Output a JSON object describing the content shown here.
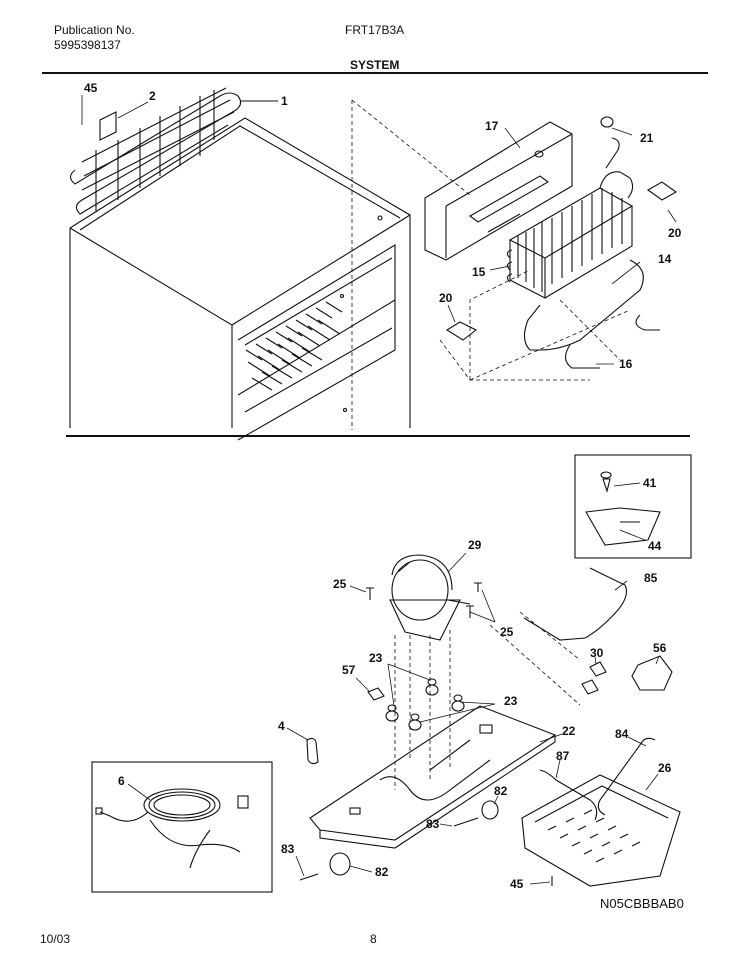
{
  "header": {
    "publication_label": "Publication No.",
    "publication_number": "5995398137",
    "model": "FRT17B3A",
    "section_title": "SYSTEM"
  },
  "callouts": {
    "c45_top": "45",
    "c2": "2",
    "c1": "1",
    "c17": "17",
    "c21": "21",
    "c20_top": "20",
    "c15": "15",
    "c14": "14",
    "c20_mid": "20",
    "c16": "16",
    "c41": "41",
    "c44": "44",
    "c29": "29",
    "c85": "85",
    "c25_left": "25",
    "c25_right": "25",
    "c23_top": "23",
    "c23_mid": "23",
    "c57": "57",
    "c30": "30",
    "c56": "56",
    "c22": "22",
    "c4": "4",
    "c84": "84",
    "c87": "87",
    "c26": "26",
    "c6": "6",
    "c82_mid": "82",
    "c83_mid": "83",
    "c83_low": "83",
    "c82_low": "82",
    "c45_low": "45"
  },
  "footer": {
    "code": "N05CBBBAB0",
    "date": "10/03",
    "page": "8"
  }
}
